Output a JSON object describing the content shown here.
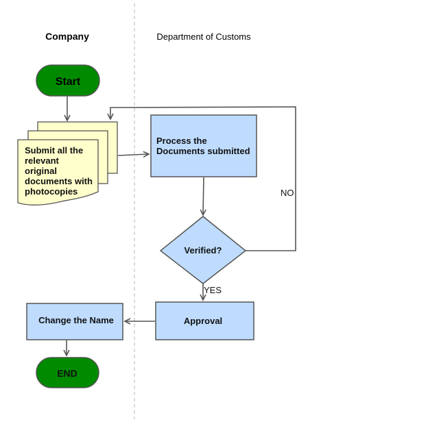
{
  "lanes": {
    "left": "Company",
    "right": "Department of Customs"
  },
  "nodes": {
    "start": "Start",
    "submit": [
      "Submit all the",
      "relevant",
      "original",
      "documents with",
      "photocopies"
    ],
    "process": [
      "Process the",
      "Documents submitted"
    ],
    "verified": "Verified?",
    "approval": "Approval",
    "change_name": "Change the Name",
    "end": "END"
  },
  "edges": {
    "no": "NO",
    "yes": "YES"
  },
  "colors": {
    "terminal_fill": "#008a00",
    "process_fill": "#bfdcff",
    "document_fill": "#ffffcc",
    "stroke": "#555555"
  }
}
